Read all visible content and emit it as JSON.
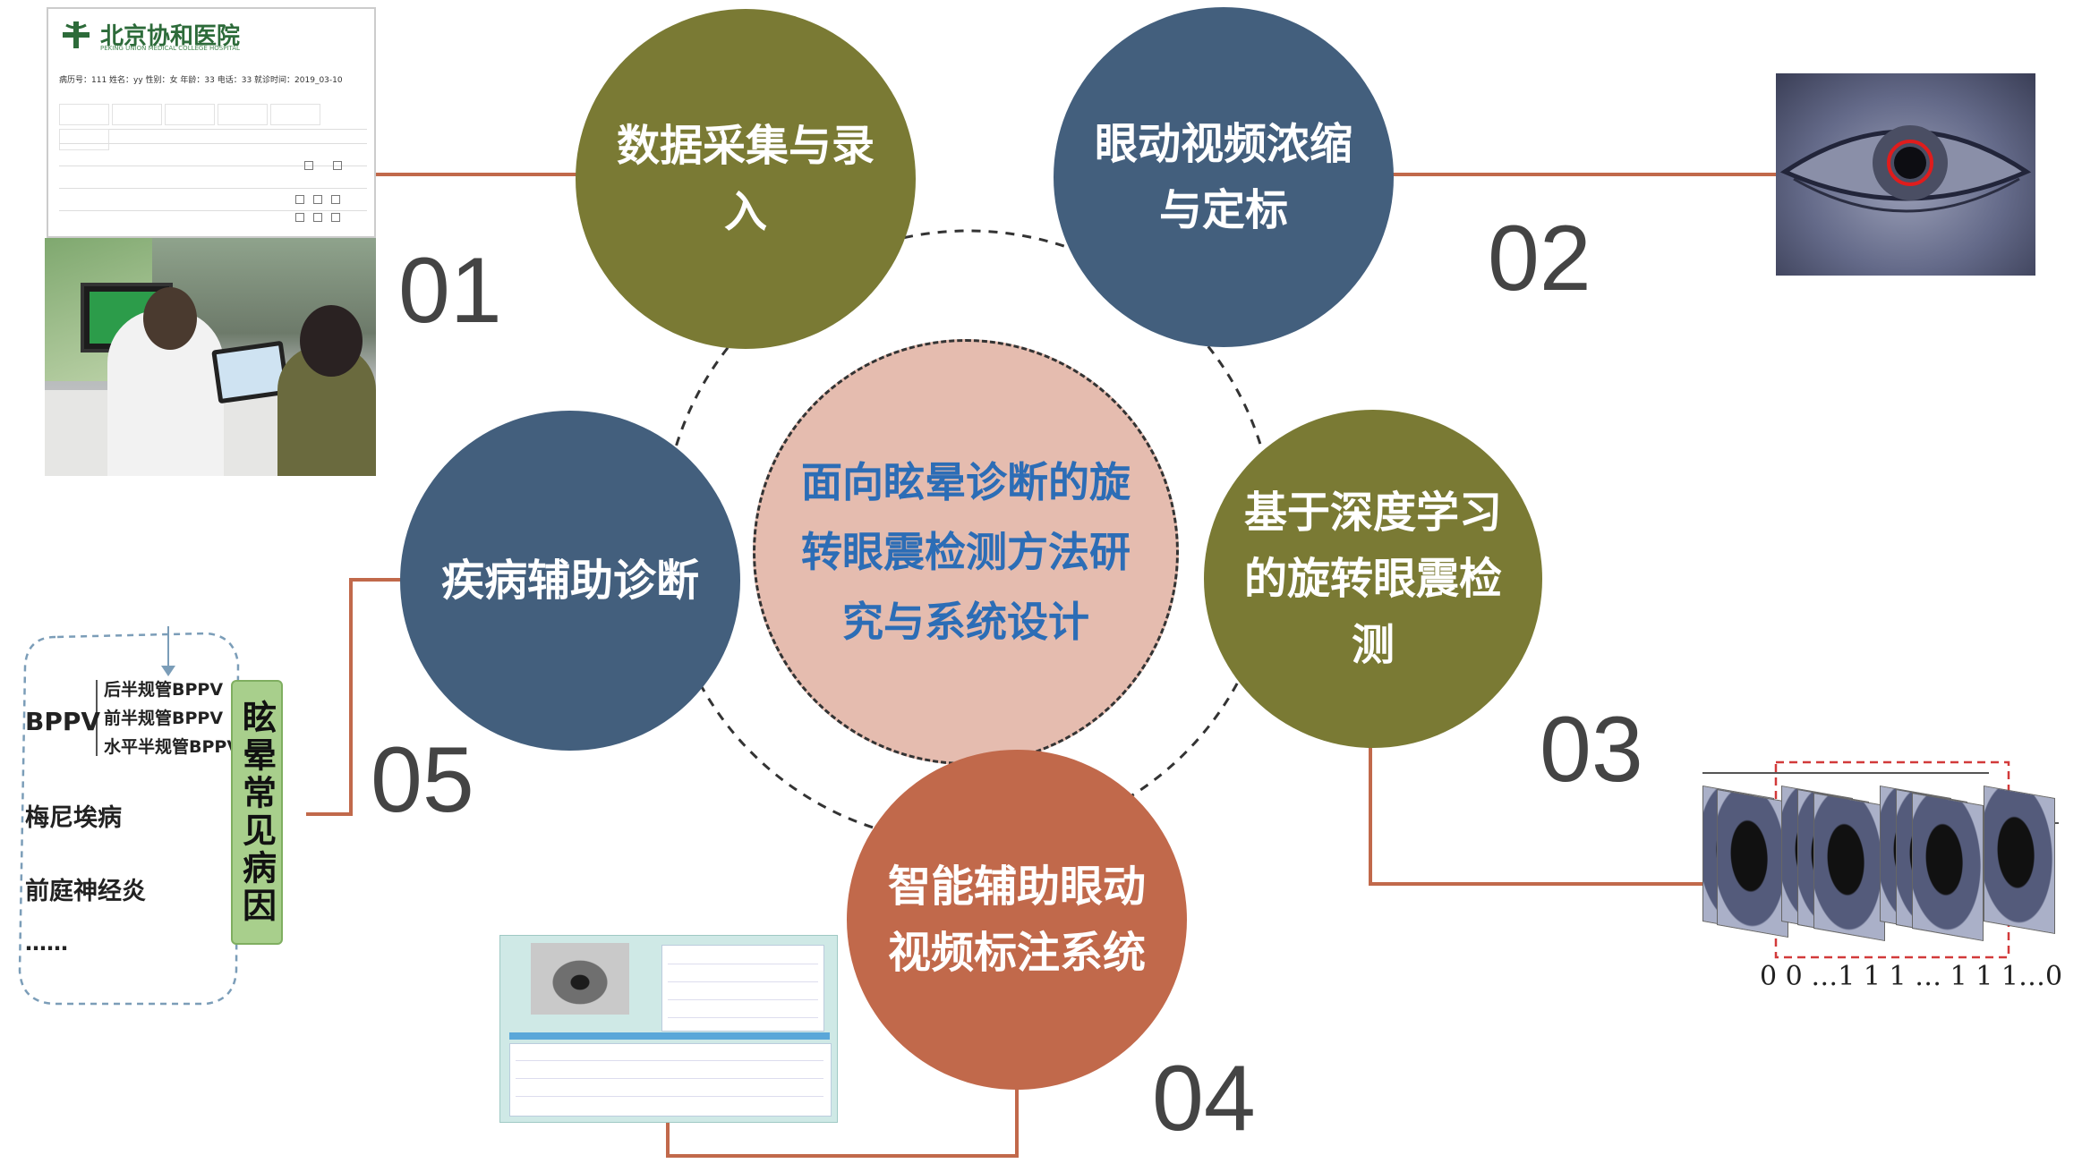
{
  "center_title": "面向眩晕诊断的旋转眼震检测方法研究与系统设计",
  "steps": [
    {
      "number": "01",
      "title": "数据采集与录入"
    },
    {
      "number": "02",
      "title": "眼动视频浓缩与定标"
    },
    {
      "number": "03",
      "title": "基于深度学习的旋转眼震检测"
    },
    {
      "number": "04",
      "title": "智能辅助眼动视频标注系统"
    },
    {
      "number": "05",
      "title": "疾病辅助诊断"
    }
  ],
  "form": {
    "hospital_name": "北京协和医院",
    "hospital_sub": "PEKING UNION MEDICAL COLLEGE HOSPITAL",
    "patient_line": "病历号：111 姓名：yy 性别：女 年龄：33 电话：33 就诊时间：2019_03-10"
  },
  "diseases": {
    "group": "BPPV",
    "bppv_types": [
      "后半规管BPPV",
      "前半规管BPPV",
      "水平半规管BPPV"
    ],
    "others": [
      "梅尼埃病",
      "前庭神经炎",
      "……"
    ],
    "box_label": "眩晕常见病因"
  },
  "sequence_label": "0 0 …1  1  1 … 1  1  1…0",
  "colors": {
    "olive": "#7a7a34",
    "blue": "#435f7d",
    "orange": "#c1694b",
    "center_fill": "#e5bcaf",
    "center_text": "#2c6db6",
    "connector": "#c1694b"
  }
}
